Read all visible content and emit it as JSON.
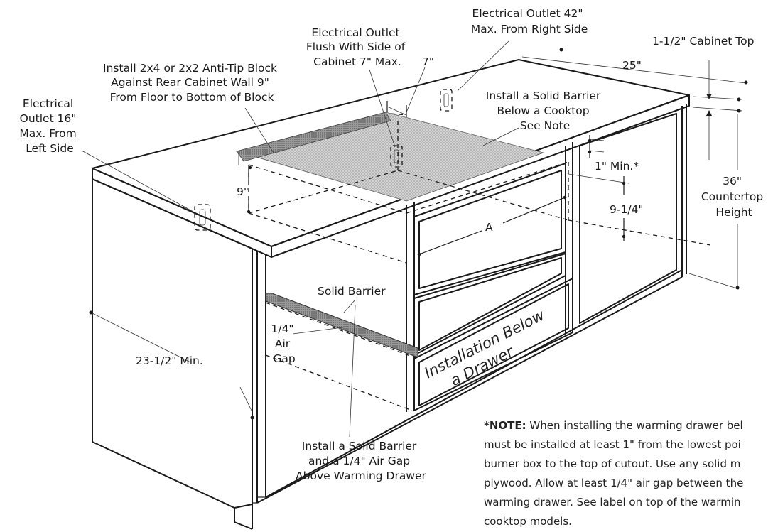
{
  "labels": {
    "outlet_42": [
      "Electrical Outlet 42\"",
      "Max. From Right Side"
    ],
    "outlet_flush": [
      "Electrical Outlet",
      "Flush With Side of",
      "Cabinet 7\" Max."
    ],
    "dim_7": "7\"",
    "anti_tip": [
      "Install 2x4 or 2x2 Anti-Tip Block",
      "Against Rear Cabinet Wall 9\"",
      "From Floor to Bottom of Block"
    ],
    "outlet_16": [
      "Electrical",
      "Outlet 16\"",
      "Max. From",
      "Left Side"
    ],
    "dim_25": "25\"",
    "cabinet_top": "1-1/2\" Cabinet Top",
    "solid_barrier_cooktop": [
      "Install a Solid  Barrier",
      "Below a Cooktop",
      "See Note"
    ],
    "dim_1_min": "1\" Min.*",
    "countertop_height": [
      "36\"",
      "Countertop",
      "Height"
    ],
    "dim_9": "9\"",
    "dim_9_1_4": "9-1/4\"",
    "dim_a": "A",
    "solid_barrier": "Solid Barrier",
    "air_gap": [
      "1/4\"",
      "Air",
      "Gap"
    ],
    "installation": [
      "Installation Below",
      "a Drawer"
    ],
    "dim_23_1_2": "23-1/2\" Min.",
    "barrier_above_drawer": [
      "Install a Solid Barrier",
      "and a 1/4\" Air Gap",
      "Above Warming Drawer"
    ]
  },
  "note": {
    "prefix": "*NOTE:",
    "lines": [
      " When installing the warming drawer bel",
      "must be installed at least 1\" from the lowest poi",
      "burner box to the top of cutout. Use any solid m",
      "plywood. Allow at least 1/4\" air gap between the",
      "warming drawer. See label on top of the warmin",
      "cooktop models."
    ]
  }
}
